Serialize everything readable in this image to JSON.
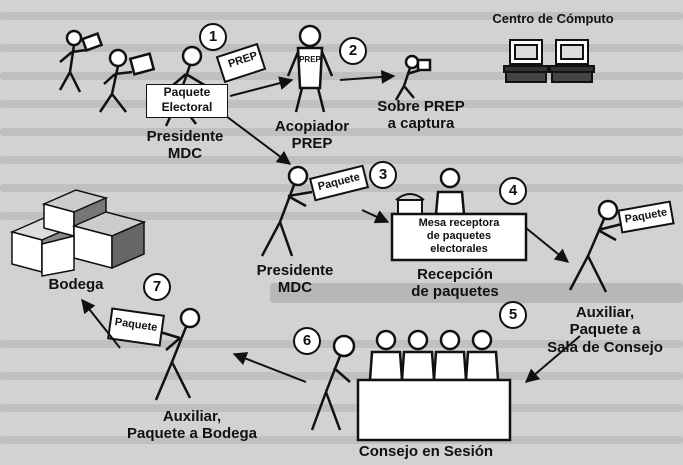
{
  "labels": {
    "centro_computo": "Centro de Cómputo",
    "paquete_electoral_1": "Paquete",
    "paquete_electoral_2": "Electoral",
    "prep_tag": "PREP",
    "prep_shirt": "PREP",
    "presidente_mdc_top_1": "Presidente",
    "presidente_mdc_top_2": "MDC",
    "acopiador_1": "Acopiador",
    "acopiador_2": "PREP",
    "sobre_prep_1": "Sobre PREP",
    "sobre_prep_2": "a captura",
    "paquete_3": "Paquete",
    "paquete_4": "Paquete",
    "paquete_7": "Paquete",
    "mesa_receptora_1": "Mesa receptora",
    "mesa_receptora_2": "de paquetes",
    "mesa_receptora_3": "electorales",
    "presidente_mdc_mid_1": "Presidente",
    "presidente_mdc_mid_2": "MDC",
    "recepcion_1": "Recepción",
    "recepcion_2": "de paquetes",
    "auxiliar_sala_1": "Auxiliar,",
    "auxiliar_sala_2": "Paquete a",
    "auxiliar_sala_3": "Sala de Consejo",
    "bodega": "Bodega",
    "auxiliar_bodega_1": "Auxiliar,",
    "auxiliar_bodega_2": "Paquete a Bodega",
    "consejo": "Consejo en Sesión"
  },
  "steps": [
    "1",
    "2",
    "3",
    "4",
    "5",
    "6",
    "7"
  ]
}
